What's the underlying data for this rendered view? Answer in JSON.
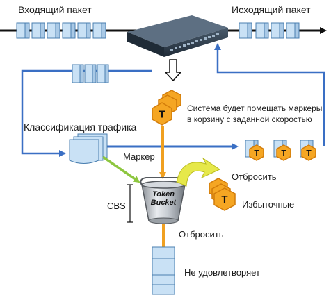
{
  "labels": {
    "incoming_packet": "Входящий пакет",
    "outgoing_packet": "Исходящий пакет",
    "system_note": "Система будет помещать маркеры в корзину с заданной скоростью",
    "traffic_classification": "Классификация трафика",
    "marker": "Маркер",
    "discard_top": "Отбросить",
    "cbs": "CBS",
    "excess": "Избыточные",
    "discard_bottom": "Отбросить",
    "non_compliant": "Не удовлетворяет"
  },
  "bucket": {
    "line1": "Token",
    "line2": "Bucket"
  },
  "token_letter": "T",
  "colors": {
    "packet_fill": "#c9e1f5",
    "packet_stroke": "#4a7fb0",
    "flow_line": "#3a6fc4",
    "token_fill": "#f5a623",
    "token_stroke": "#d27c0a",
    "marker_arrow": "#f0a020",
    "green_arrow": "#8dc63f",
    "yellow_arrow": "#e6e84a",
    "switch_body": "#2e3e4e"
  }
}
